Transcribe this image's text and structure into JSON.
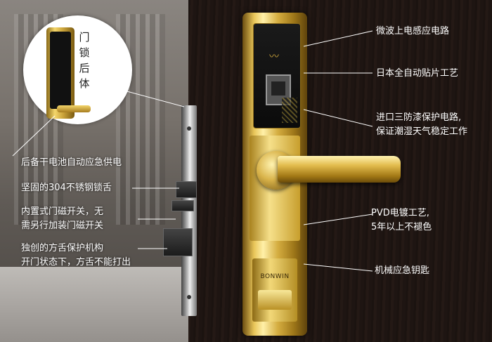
{
  "colors": {
    "gold": "#e3bd4e",
    "text": "#ffffff",
    "circle_text": "#222222"
  },
  "inset": {
    "label_chars": [
      "门",
      "锁",
      "后",
      "体"
    ]
  },
  "lock": {
    "brand": "BONWIN"
  },
  "callouts": {
    "right": [
      {
        "id": "microwave",
        "lines": [
          "微波上电感应电路"
        ]
      },
      {
        "id": "smt",
        "lines": [
          "日本全自动贴片工艺"
        ]
      },
      {
        "id": "coating",
        "lines": [
          "进口三防漆保护电路,",
          "保证潮湿天气稳定工作"
        ]
      },
      {
        "id": "pvd",
        "lines": [
          "PVD电镀工艺,",
          "5年以上不褪色"
        ]
      },
      {
        "id": "key",
        "lines": [
          "机械应急钥匙"
        ]
      }
    ],
    "left": [
      {
        "id": "battery",
        "lines": [
          "后备干电池自动应急供电"
        ]
      },
      {
        "id": "bolt",
        "lines": [
          "坚固的304不锈钢锁舌"
        ]
      },
      {
        "id": "magnet",
        "lines": [
          "内置式门磁开关，无",
          "需另行加装门磁开关"
        ]
      },
      {
        "id": "deadbolt",
        "lines": [
          "独创的方舌保护机构",
          "开门状态下，方舌不能打出"
        ]
      }
    ]
  }
}
